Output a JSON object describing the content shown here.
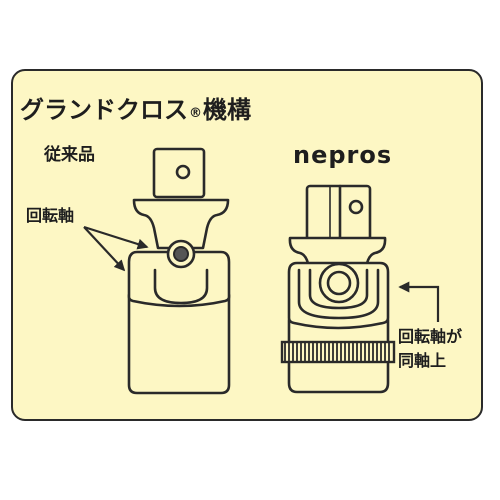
{
  "title": {
    "main": "グランドクロス",
    "registered_mark": "®",
    "suffix": "機構"
  },
  "conventional_label": "従来品",
  "pivot_label": "回転軸",
  "brand_name": "nepros",
  "note": {
    "line1": "回転軸が",
    "line2": "同軸上"
  },
  "colors": {
    "background": "#fdf7c4",
    "outline": "#2a2a2a",
    "pivot_pin": "#555555"
  }
}
